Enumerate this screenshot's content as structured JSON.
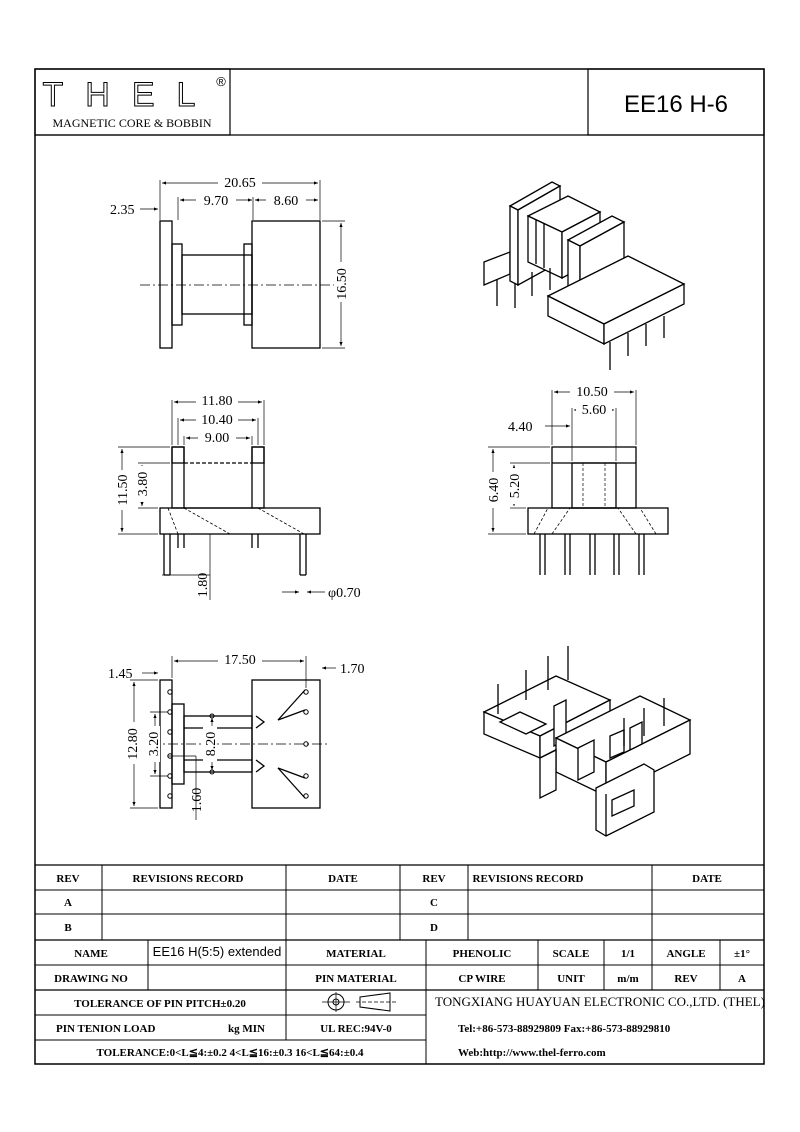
{
  "header": {
    "logo_text": "THEL",
    "registered_mark": "®",
    "company_tagline": "MAGNETIC CORE & BOBBIN",
    "part_number": "EE16 H-6"
  },
  "dimensions": {
    "top_view": {
      "overall_width": "20.65",
      "flange_thickness": "2.35",
      "core_length": "9.70",
      "pin_block_length": "8.60",
      "height": "16.50"
    },
    "side_view": {
      "flange_width": "11.80",
      "inner_width": "10.40",
      "winding_width": "9.00",
      "overall_height": "11.50",
      "winding_height": "3.80",
      "pin_protrusion": "1.80",
      "pin_diameter": "φ0.70"
    },
    "front_view": {
      "outer_width": "10.50",
      "center_width": "5.60",
      "offset": "4.40",
      "outer_height": "6.40",
      "center_height": "5.20"
    },
    "bottom_view": {
      "pin_span": "17.50",
      "left_edge": "1.45",
      "right_edge": "1.70",
      "total_height": "12.80",
      "row_pitch": "3.20",
      "inner_span": "8.20",
      "pin_spacing": "1.60"
    }
  },
  "revisions": {
    "col_rev": "REV",
    "col_record": "REVISIONS RECORD",
    "col_date": "DATE",
    "rows_left": [
      "A",
      "B"
    ],
    "rows_right": [
      "C",
      "D"
    ]
  },
  "title_block": {
    "name_label": "NAME",
    "name_value": "EE16 H(5:5) extended",
    "material_label": "MATERIAL",
    "material_value": "PHENOLIC",
    "scale_label": "SCALE",
    "scale_value": "1/1",
    "angle_label": "ANGLE",
    "angle_value": "±1°",
    "drawing_no_label": "DRAWING NO",
    "pin_material_label": "PIN MATERIAL",
    "pin_material_value": "CP WIRE",
    "unit_label": "UNIT",
    "unit_value": "m/m",
    "rev_label": "REV",
    "rev_value": "A",
    "pin_pitch_tolerance": "TOLERANCE OF PIN PITCH±0.20",
    "pin_tension_label": "PIN TENION LOAD",
    "pin_tension_unit": "kg MIN",
    "ul_rec": "UL REC:94V-0",
    "tolerance": "TOLERANCE:0<L≦4:±0.2  4<L≦16:±0.3  16<L≦64:±0.4",
    "company_name": "TONGXIANG HUAYUAN ELECTRONIC CO.,LTD.  (THEL)",
    "tel_fax": "Tel:+86-573-88929809 Fax:+86-573-88929810",
    "web": "Web:http://www.thel-ferro.com"
  }
}
